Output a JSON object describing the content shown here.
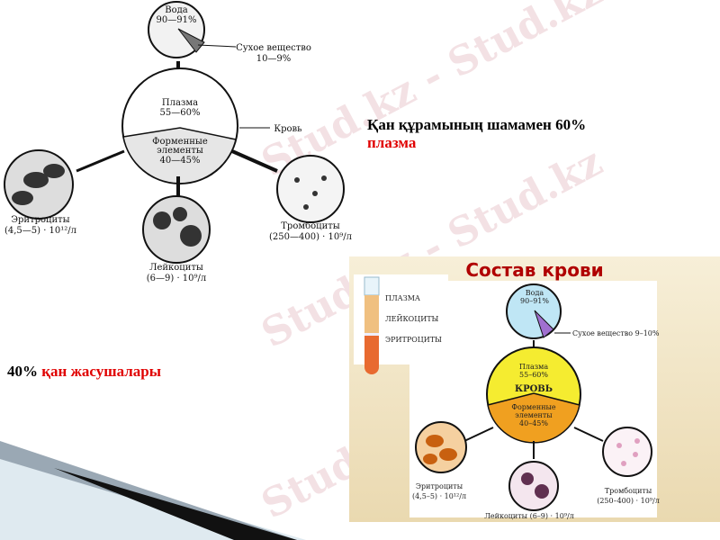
{
  "left_diagram": {
    "water": "Вода",
    "water_pct": "90—91%",
    "dry": "Сухое вещество",
    "dry_pct": "10—9%",
    "plasma": "Плазма",
    "plasma_pct": "55—60%",
    "blood": "Кровь",
    "formed1": "Форменные",
    "formed2": "элементы",
    "formed_pct": "40—45%",
    "eryth": "Эритроциты",
    "eryth_val": "(4,5—5) · 10¹²/л",
    "leuk": "Лейкоциты",
    "leuk_val": "(6—9) · 10⁹/л",
    "thromb": "Тромбоциты",
    "thromb_val": "(250—400) · 10⁹/л"
  },
  "text": {
    "line1": "Қан құрамының шамамен 60%",
    "line2": "плазма",
    "cells_pct": "40%",
    "cells_label": "қан жасушалары"
  },
  "right_diagram": {
    "title": "Состав крови",
    "tube": {
      "plasma": "ПЛАЗМА",
      "leuk": "ЛЕЙКОЦИТЫ",
      "eryth": "ЭРИТРОЦИТЫ"
    },
    "water": "Вода",
    "water_pct": "90–91%",
    "dry": "Сухое вещество 9–10%",
    "plasma": "Плазма",
    "plasma_pct": "55–60%",
    "blood": "КРОВЬ",
    "formed1": "Форменные",
    "formed2": "элементы",
    "formed_pct": "40–45%",
    "eryth": "Эритроциты",
    "eryth_val": "(4,5–5) · 10¹²/л",
    "leuk": "Лейкоциты (6–9) · 10⁹/л",
    "thromb": "Тромбоциты",
    "thromb_val": "(250–400) · 10⁹/л"
  },
  "watermark": "Stud.kz",
  "colors": {
    "accent_red": "#e00000",
    "title_red": "#b00000",
    "plasma_yellow": "#f5ec30",
    "formed_orange": "#f0a020",
    "water_blue": "#bfe6f5"
  }
}
